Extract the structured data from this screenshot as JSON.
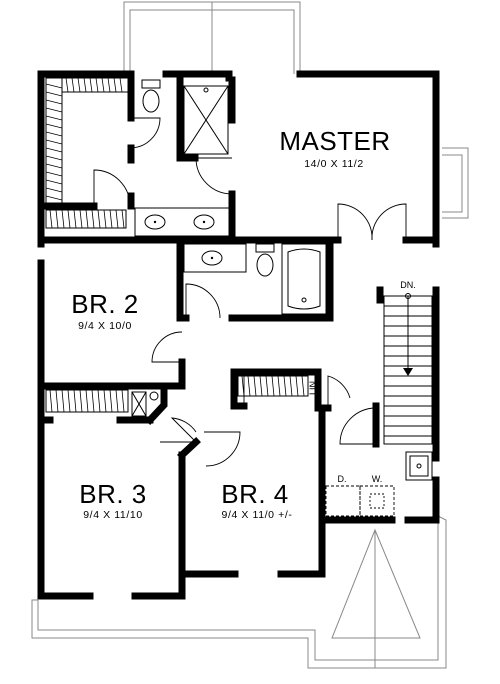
{
  "rooms": {
    "master": {
      "name": "MASTER",
      "dims": "14/0 X 11/2"
    },
    "br2": {
      "name": "BR. 2",
      "dims": "9/4 X 10/0"
    },
    "br3": {
      "name": "BR. 3",
      "dims": "9/4 X 11/10"
    },
    "br4": {
      "name": "BR. 4",
      "dims": "9/4 X 11/0 +/-"
    }
  },
  "labels": {
    "linen": "LIN",
    "stair_down": "DN.",
    "dryer": "D.",
    "washer": "W."
  }
}
